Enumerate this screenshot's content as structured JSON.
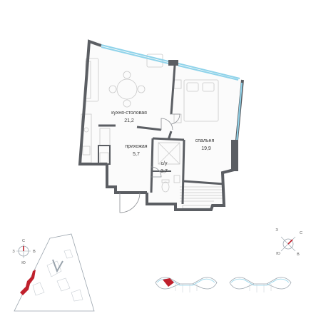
{
  "colors": {
    "wall": "#5b5e63",
    "wall_light": "#8a8d92",
    "window": "#8fd3ea",
    "floor": "#fbfbfb",
    "furniture": "#c9c9c9",
    "accent": "#c0202c",
    "mini_outline": "#9aa4ad"
  },
  "rooms": [
    {
      "id": "kitchen",
      "label": "кухня-столовая",
      "area": "21,2"
    },
    {
      "id": "bedroom",
      "label": "спальня",
      "area": "19,9"
    },
    {
      "id": "hallway",
      "label": "прихожая",
      "area": "5,7"
    },
    {
      "id": "bath",
      "label": "с/у",
      "area": "3,7"
    }
  ],
  "compass_left": {
    "n": "С",
    "s": "Ю",
    "w": "З",
    "e": "В"
  },
  "compass_right": {
    "n": "С",
    "s": "Ю",
    "w": "З",
    "e": "В"
  },
  "icons": {
    "compass_left": "compass-rose-icon",
    "compass_right": "compass-rose-icon",
    "site_plan": "site-plan-icon",
    "floor_key_1": "building-floor-icon",
    "floor_key_2": "building-floor-icon"
  }
}
